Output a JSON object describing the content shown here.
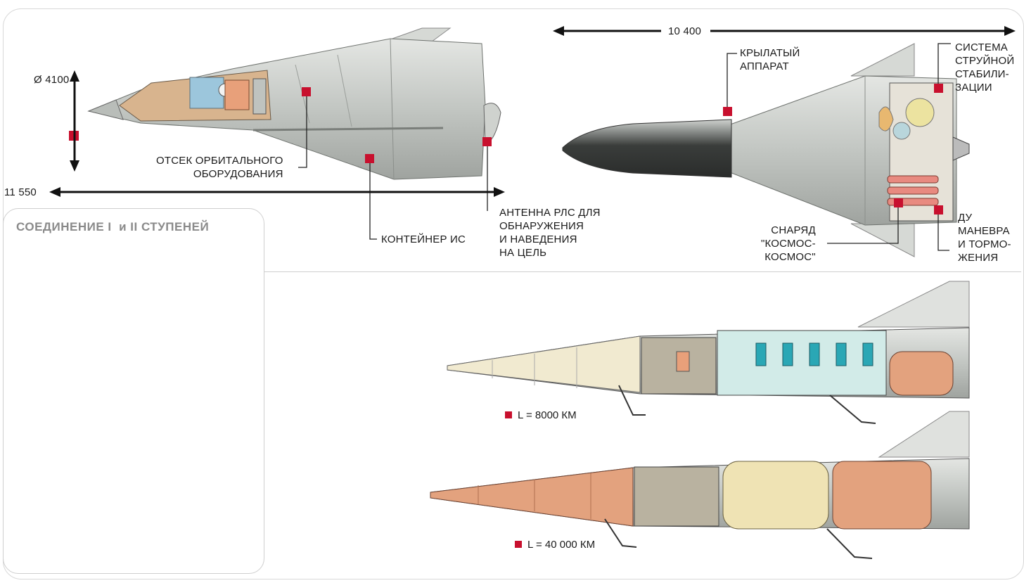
{
  "dimensions": {
    "diameter": "Ø 4100",
    "length_stage1": "11 550",
    "length_stage2": "10 400"
  },
  "labels": {
    "orbital_equipment": [
      "ОТСЕК ОРБИТАЛЬНОГО",
      "ОБОРУДОВАНИЯ"
    ],
    "container": "КОНТЕЙНЕР ИС",
    "radar": [
      "АНТЕННА РЛС ДЛЯ",
      "ОБНАРУЖЕНИЯ",
      "И НАВЕДЕНИЯ",
      "НА ЦЕЛЬ"
    ],
    "winged_vehicle": [
      "КРЫЛАТЫЙ",
      "АППАРАТ"
    ],
    "jet_stabilization": [
      "СИСТЕМА",
      "СТРУЙНОЙ",
      "СТАБИЛИ-",
      "ЗАЦИИ"
    ],
    "projectile": [
      "СНАРЯД",
      "\"КОСМОС-",
      "КОСМОС\""
    ],
    "maneuver_engine": [
      "ДУ",
      "МАНЕВРА",
      "И ТОРМО-",
      "ЖЕНИЯ"
    ]
  },
  "inset": {
    "title_part1": "СОЕДИНЕНИЕ I",
    "title_part2": "и II СТУПЕНЕЙ"
  },
  "legend": {
    "range_1": "L = 8000 КМ",
    "range_2": "L = 40 000 КМ"
  },
  "colors": {
    "marker": "#c8102e",
    "hull": "#c9ccc9",
    "cutaway_orange": "#e3a27e",
    "cutaway_cream": "#efe3b4",
    "seat_teal": "#2aa7b5"
  }
}
